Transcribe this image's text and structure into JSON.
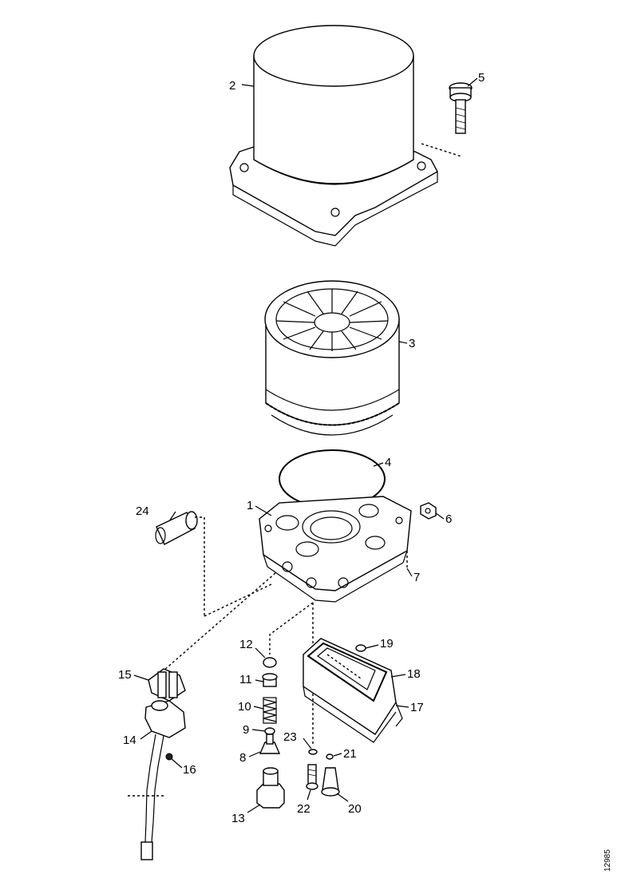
{
  "callouts": {
    "c1": "1",
    "c2": "2",
    "c3": "3",
    "c4": "4",
    "c5": "5",
    "c6": "6",
    "c7": "7",
    "c8": "8",
    "c9": "9",
    "c10": "10",
    "c11": "11",
    "c12": "12",
    "c13": "13",
    "c14": "14",
    "c15": "15",
    "c16": "16",
    "c17": "17",
    "c18": "18",
    "c19": "19",
    "c20": "20",
    "c21": "21",
    "c22": "22",
    "c23": "23",
    "c24": "24"
  },
  "drawing_code": "12985"
}
